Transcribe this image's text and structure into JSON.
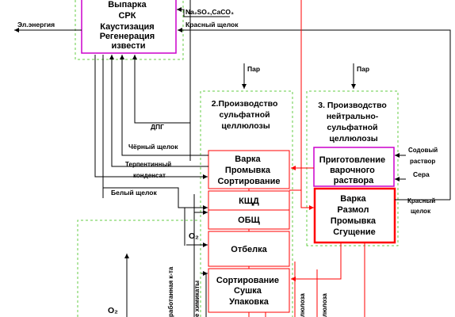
{
  "recovery_box": {
    "lines": [
      "Выпарка",
      "СРК",
      "Каустизация",
      "Регенерация",
      "извести"
    ]
  },
  "section2": {
    "lines": [
      "2.Производство",
      "сульфатной",
      "целлюлозы"
    ]
  },
  "section3": {
    "lines": [
      "3. Производство",
      "нейтрально-",
      "сульфатной",
      "целлюлозы"
    ]
  },
  "sulfate_boxes": {
    "cooking": [
      "Варка",
      "Промывка",
      "Сортирование"
    ],
    "kshd": "КЩД",
    "obshch": "ОБЩ",
    "bleaching": "Отбелка",
    "finishing": [
      "Сортирование",
      "Сушка",
      "Упаковка"
    ]
  },
  "neutral_boxes": {
    "liquor_prep": [
      "Приготовление",
      "варочного",
      "раствора"
    ],
    "cooking": [
      "Варка",
      "Размол",
      "Промывка",
      "Сгущение"
    ]
  },
  "labels": {
    "electricity": "Эл.энергия",
    "na2so4": "Na₂SO₄,CaCO₃",
    "red_liquor_top": "Красный щелок",
    "steam_1": "Пар",
    "steam_2": "Пар",
    "dpg": "ДПГ",
    "black_liquor": "Чёрный щелок",
    "turpentine": [
      "Терпентинный",
      "конденсат"
    ],
    "white_liquor": "Белый щелок",
    "o2_1": "O₂",
    "o2_2": "O₂",
    "spent_acid": "работанная к-та",
    "chemicals": "е химикаты",
    "cellulose_1": "люлоза",
    "cellulose_2": "люлоза",
    "soda_solution": [
      "Содовый",
      "раствор"
    ],
    "sulfur": "Сера",
    "red_liquor_right": [
      "Красный",
      "щелок"
    ]
  },
  "colors": {
    "red": "#ff0000",
    "magenta": "#cc00cc",
    "green_dashed": "#66cc44",
    "black": "#000000"
  }
}
